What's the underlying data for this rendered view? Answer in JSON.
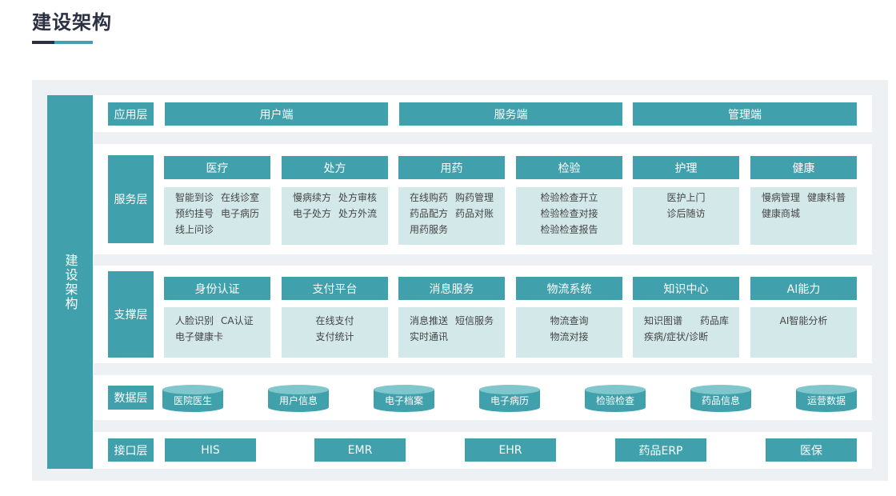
{
  "title": "建设架构",
  "side_label": "建设架构",
  "app_layer": {
    "label": "应用层",
    "items": [
      "用户端",
      "服务端",
      "管理端"
    ]
  },
  "service_layer": {
    "label": "服务层",
    "modules": [
      {
        "name": "医疗",
        "lines": [
          [
            "智能到诊",
            "在线诊室"
          ],
          [
            "预约挂号",
            "电子病历"
          ],
          [
            "线上问诊"
          ]
        ]
      },
      {
        "name": "处方",
        "lines": [
          [
            "慢病续方",
            "处方审核"
          ],
          [
            "电子处方",
            "处方外流"
          ]
        ]
      },
      {
        "name": "用药",
        "lines": [
          [
            "在线购药",
            "购药管理"
          ],
          [
            "药品配方",
            "药品对账"
          ],
          [
            "用药服务"
          ]
        ]
      },
      {
        "name": "检验",
        "lines": [
          [
            "检验检查开立"
          ],
          [
            "检验检查对接"
          ],
          [
            "检验检查报告"
          ]
        ]
      },
      {
        "name": "护理",
        "lines": [
          [
            "医护上门"
          ],
          [
            "诊后随访"
          ]
        ]
      },
      {
        "name": "健康",
        "lines": [
          [
            "慢病管理",
            "健康科普"
          ],
          [
            "健康商城"
          ]
        ]
      }
    ]
  },
  "support_layer": {
    "label": "支撑层",
    "modules": [
      {
        "name": "身份认证",
        "lines": [
          [
            "人脸识别",
            "CA认证"
          ],
          [
            "电子健康卡"
          ]
        ]
      },
      {
        "name": "支付平台",
        "lines": [
          [
            "在线支付"
          ],
          [
            "支付统计"
          ]
        ]
      },
      {
        "name": "消息服务",
        "lines": [
          [
            "消息推送",
            "短信服务"
          ],
          [
            "实时通讯"
          ]
        ]
      },
      {
        "name": "物流系统",
        "lines": [
          [
            "物流查询"
          ],
          [
            "物流对接"
          ]
        ]
      },
      {
        "name": "知识中心",
        "lines": [
          [
            "知识图谱",
            "药品库"
          ],
          [
            "疾病/症状/诊断"
          ]
        ]
      },
      {
        "name": "AI能力",
        "lines": [
          [
            "AI智能分析"
          ]
        ]
      }
    ]
  },
  "data_layer": {
    "label": "数据层",
    "items": [
      "医院医生",
      "用户信息",
      "电子档案",
      "电子病历",
      "检验检查",
      "药品信息",
      "运营数据"
    ]
  },
  "interface_layer": {
    "label": "接口层",
    "items": [
      "HIS",
      "EMR",
      "EHR",
      "药品ERP",
      "医保"
    ]
  },
  "colors": {
    "teal": "#40a1ac",
    "light_teal": "#d3e8e9",
    "title_dark": "#2b3142",
    "frame_bg": "#edf1f3"
  }
}
